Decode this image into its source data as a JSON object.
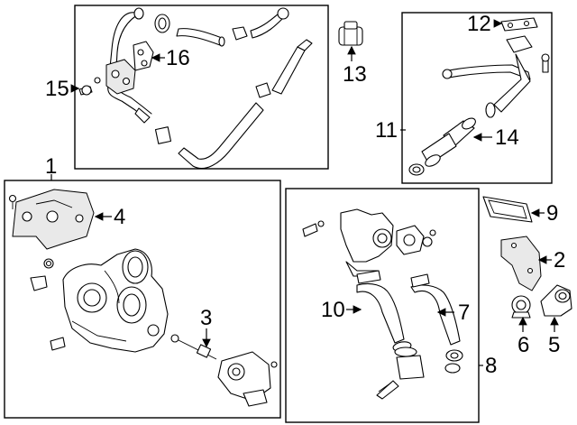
{
  "callouts": {
    "c1": "1",
    "c2": "2",
    "c3": "3",
    "c4": "4",
    "c5": "5",
    "c6": "6",
    "c7": "7",
    "c8": "8",
    "c9": "9",
    "c10": "10",
    "c11": "11",
    "c12": "12",
    "c13": "13",
    "c14": "14",
    "c15": "15",
    "c16": "16"
  },
  "colors": {
    "line": "#000000",
    "background": "#ffffff",
    "shade": "#e9e9e9"
  }
}
